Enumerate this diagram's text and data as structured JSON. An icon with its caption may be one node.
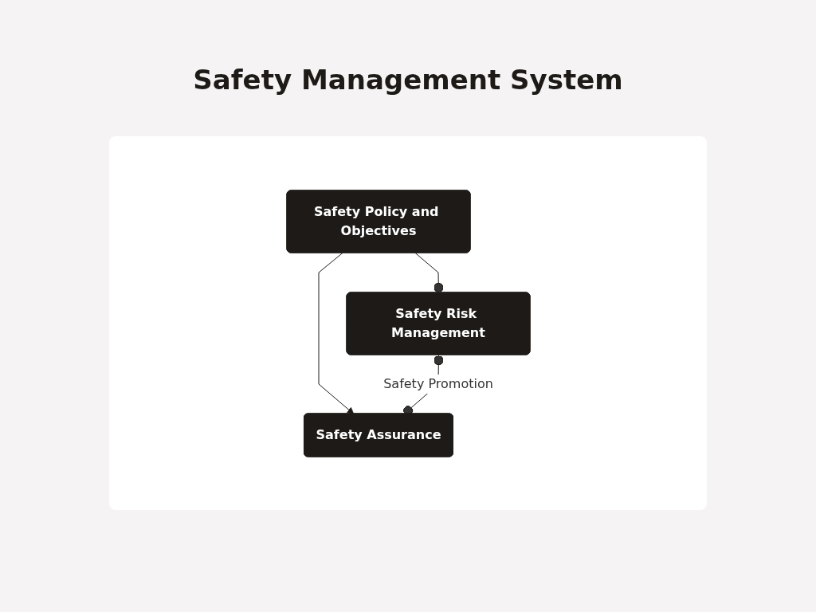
{
  "diagram": {
    "title": "Safety Management System",
    "nodes": [
      {
        "text": [
          "Safety Policy and Objectives"
        ]
      },
      {
        "text": [
          "Safety Risk Management"
        ]
      },
      {
        "text": [
          "Safety Assurance"
        ]
      }
    ],
    "edges": [
      {
        "from": 0,
        "to": 1,
        "arrow": "other"
      },
      {
        "from": 0,
        "to": 2,
        "arrow": "to"
      },
      {
        "from": 1,
        "to": 2,
        "arrow": "other",
        "label": "Safety Promotion"
      }
    ]
  }
}
